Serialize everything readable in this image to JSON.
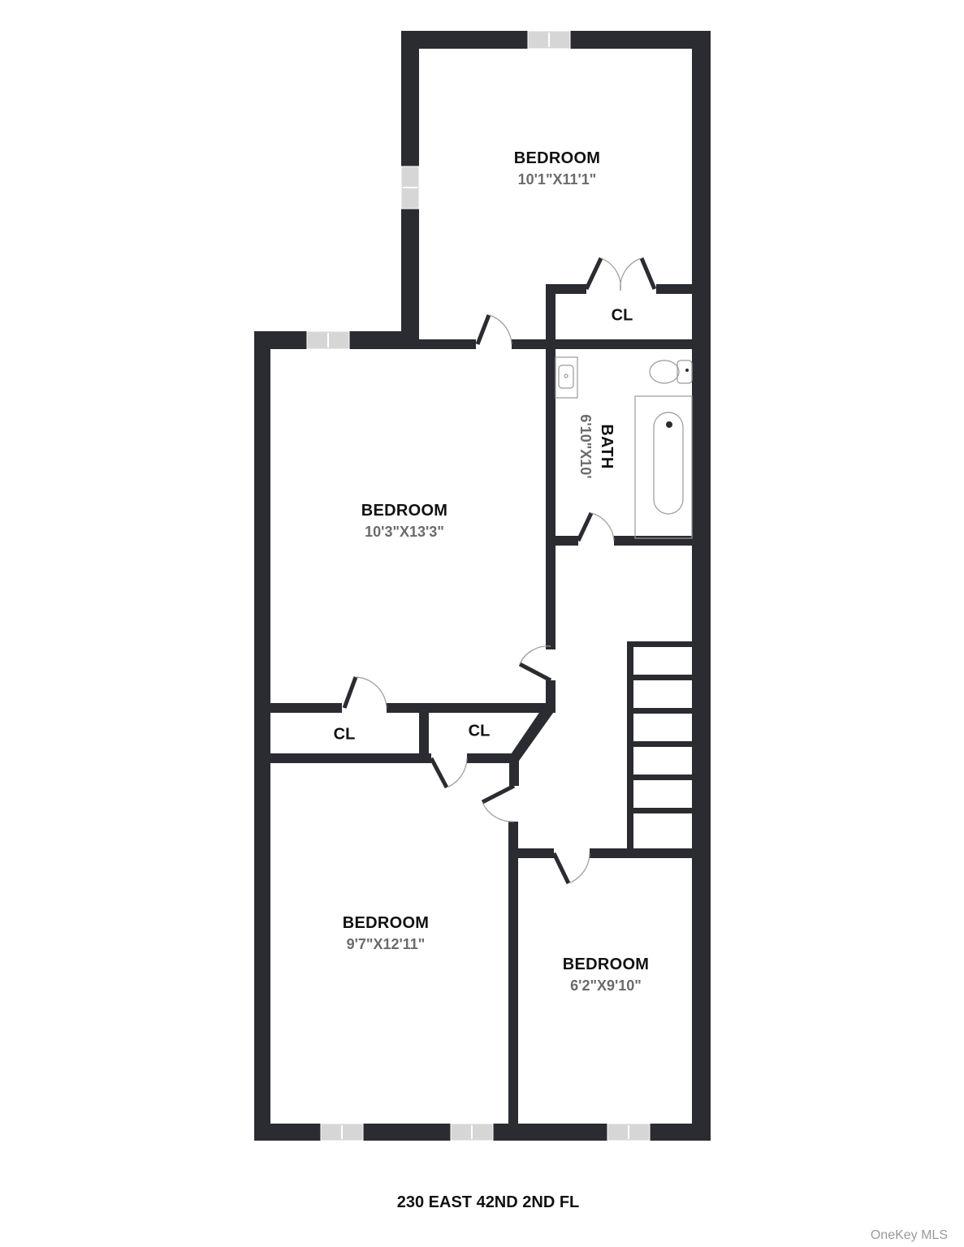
{
  "plan": {
    "title": "230 EAST 42ND 2ND FL",
    "watermark": "OneKey MLS",
    "colors": {
      "wall": "#2a2c31",
      "window": "#d6d6d6",
      "fixture_line": "#9a9a9a",
      "room_name": "#111111",
      "dimension": "#6b6b6b"
    }
  },
  "rooms": [
    {
      "name": "BEDROOM",
      "dimensions": "10'1\"X11'1\""
    },
    {
      "name": "BEDROOM",
      "dimensions": "10'3\"X13'3\""
    },
    {
      "name": "BATH",
      "dimensions": "6'10\"X10'"
    },
    {
      "name": "BEDROOM",
      "dimensions": "9'7\"X12'11\""
    },
    {
      "name": "BEDROOM",
      "dimensions": "6'2\"X9'10\""
    }
  ],
  "closets": [
    {
      "label": "CL"
    },
    {
      "label": "CL"
    },
    {
      "label": "CL"
    }
  ],
  "stairs": {
    "steps": 6
  }
}
